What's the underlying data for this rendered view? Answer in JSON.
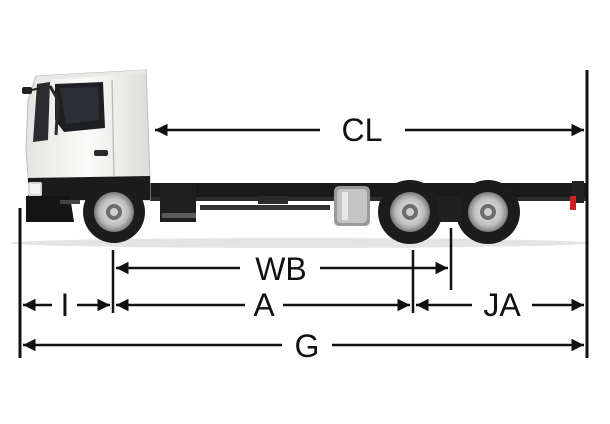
{
  "dimensions": {
    "cl": "CL",
    "wb": "WB",
    "i": "I",
    "a": "A",
    "ja": "JA",
    "g": "G"
  },
  "colors": {
    "line": "#111111",
    "cab": "#f2f2f0",
    "chassis": "#1a1a1a",
    "tire": "#1c1c1c",
    "rim": "#cfcfcf"
  }
}
